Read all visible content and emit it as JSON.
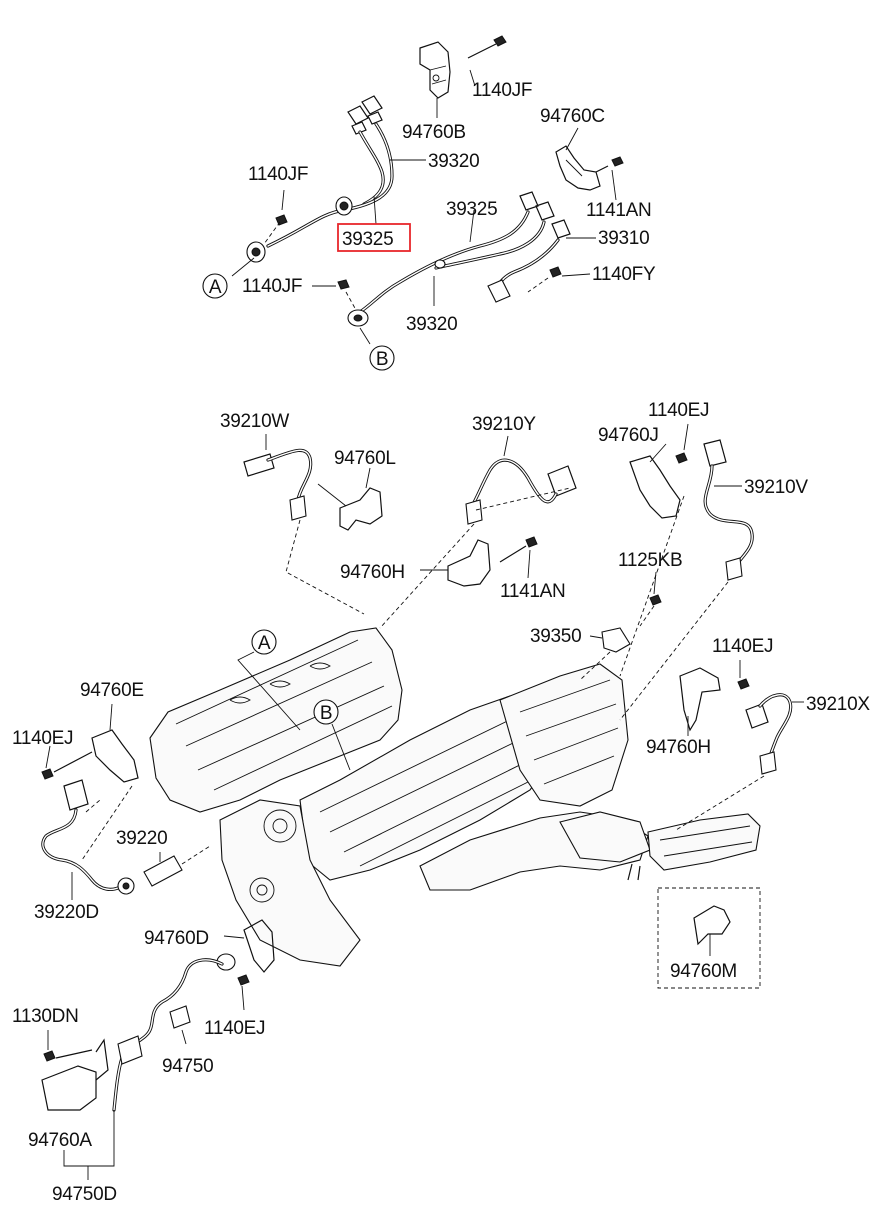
{
  "labels": {
    "p1140JF_a": "1140JF",
    "p94760B": "94760B",
    "p39320_a": "39320",
    "p94760C": "94760C",
    "p1140JF_b": "1140JF",
    "p39325_a": "39325",
    "p1141AN_a": "1141AN",
    "p39325_b": "39325",
    "p39310": "39310",
    "p1140JF_c": "1140JF",
    "p1140FY": "1140FY",
    "p39320_b": "39320",
    "p39210W": "39210W",
    "p39210Y": "39210Y",
    "p1140EJ_a": "1140EJ",
    "p94760J": "94760J",
    "p94760L": "94760L",
    "p39210V": "39210V",
    "p94760H_a": "94760H",
    "p1141AN_b": "1141AN",
    "p1125KB": "1125KB",
    "p39350": "39350",
    "p1140EJ_b": "1140EJ",
    "p94760E": "94760E",
    "p39210X": "39210X",
    "p1140EJ_c": "1140EJ",
    "p94760H_b": "94760H",
    "p39220": "39220",
    "p39220D": "39220D",
    "p94760D": "94760D",
    "p94760M": "94760M",
    "p1130DN": "1130DN",
    "p1140EJ_d": "1140EJ",
    "p94750": "94750",
    "p94760A": "94760A",
    "p94750D": "94750D"
  },
  "callouts": {
    "A_top": "A",
    "B_top": "B",
    "A_engine": "A",
    "B_engine": "B"
  },
  "highlight": {
    "part": "39325",
    "color": "#e8262b"
  }
}
